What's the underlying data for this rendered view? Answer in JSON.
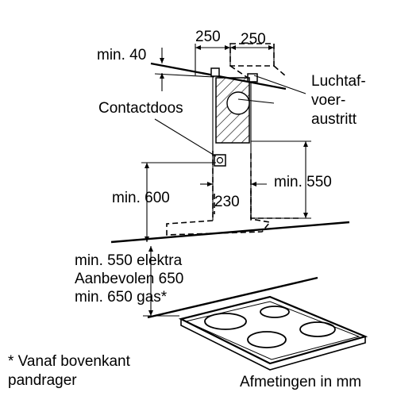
{
  "dimensions": {
    "w_left": "250",
    "w_right": "250",
    "min_40": "min. 40",
    "min_600": "min. 600",
    "d_230": "230",
    "min_550": "min. 550"
  },
  "labels": {
    "socket": "Contactdoos",
    "outlet_line1": "Luchtaf-",
    "outlet_line2": "voer-",
    "outlet_line3": "austritt"
  },
  "notes": {
    "line1": "min. 550 elektra",
    "line2": "Aanbevolen 650",
    "line3": "min. 650 gas*"
  },
  "footnote": {
    "line1": "* Vanaf bovenkant",
    "line2": "pandrager"
  },
  "units": "Afmetingen in mm"
}
